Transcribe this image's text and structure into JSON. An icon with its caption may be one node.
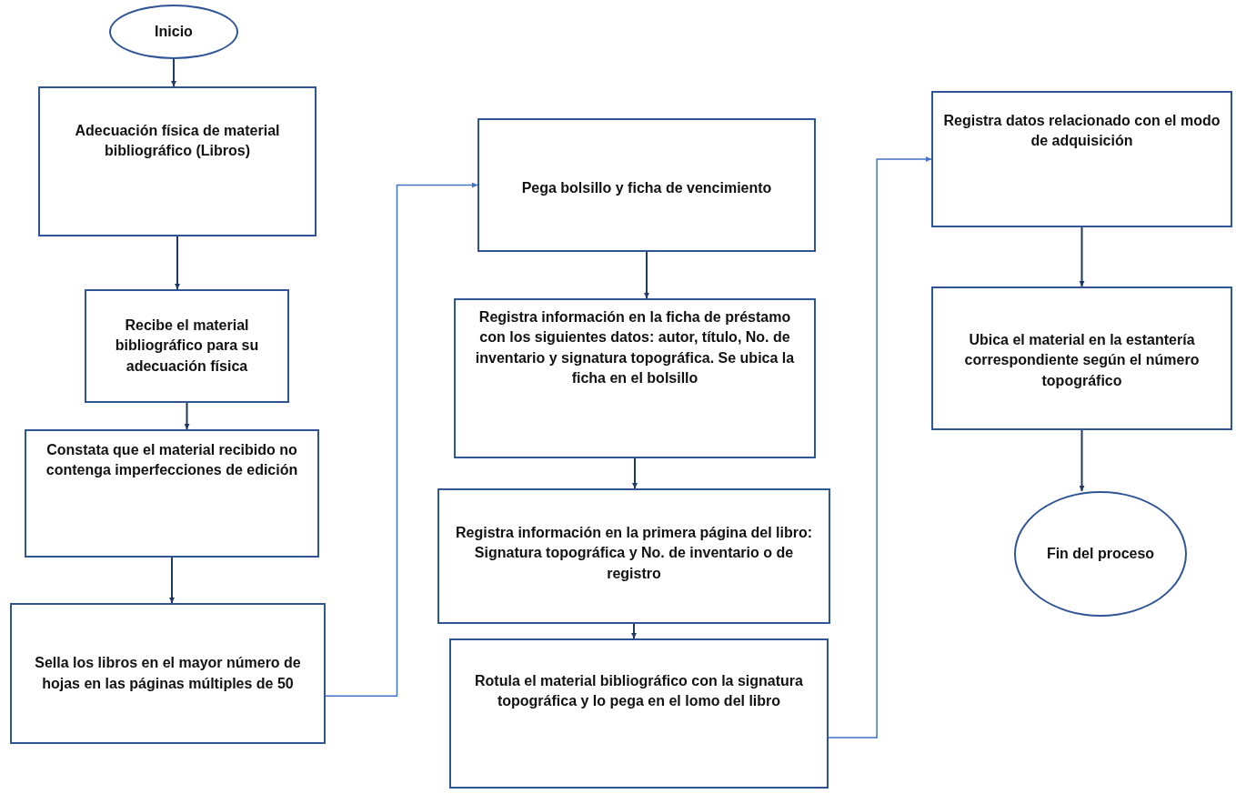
{
  "diagram": {
    "nodes": [
      {
        "text": [
          "Inicio"
        ]
      },
      {
        "text": [
          "Adecuación física de material bibliográfico (Libros)"
        ]
      },
      {
        "text": [
          "Recibe el material bibliográfico para su adecuación física"
        ]
      },
      {
        "text": [
          "Constata que el material recibido no contenga imperfecciones de edición"
        ]
      },
      {
        "text": [
          "Sella los libros en el mayor número de hojas en las páginas múltiples de 50"
        ]
      },
      {
        "text": [
          "Pega bolsillo y ficha de vencimiento"
        ]
      },
      {
        "text": [
          "Registra información en la ficha de préstamo con los siguientes datos: autor, título, No. de inventario y signatura topográfica. Se ubica la ficha en el bolsillo"
        ]
      },
      {
        "text": [
          "Registra información en la primera página del libro: Signatura topográfica y No. de inventario o de registro"
        ]
      },
      {
        "text": [
          "Rotula el material bibliográfico con la signatura topográfica y lo pega en el lomo del libro"
        ]
      },
      {
        "text": [
          "Registra datos relacionado con el modo de adquisición"
        ]
      },
      {
        "text": [
          "Ubica el material en la estantería correspondiente según el número topográfico"
        ]
      },
      {
        "text": [
          "Fin del proceso"
        ]
      }
    ],
    "edges": [
      {
        "from": 0,
        "to": 1,
        "arrow": "to"
      },
      {
        "from": 1,
        "to": 2,
        "arrow": "to"
      },
      {
        "from": 2,
        "to": 3,
        "arrow": "to"
      },
      {
        "from": 3,
        "to": 4,
        "arrow": "to"
      },
      {
        "from": 4,
        "to": 5,
        "arrow": "to",
        "color": "#4472c4"
      },
      {
        "from": 5,
        "to": 6,
        "arrow": "to"
      },
      {
        "from": 6,
        "to": 7,
        "arrow": "to"
      },
      {
        "from": 7,
        "to": 8,
        "arrow": "to"
      },
      {
        "from": 8,
        "to": 9,
        "arrow": "to",
        "color": "#4472c4"
      },
      {
        "from": 9,
        "to": 10,
        "arrow": "to"
      },
      {
        "from": 10,
        "to": 11,
        "arrow": "to"
      }
    ]
  }
}
